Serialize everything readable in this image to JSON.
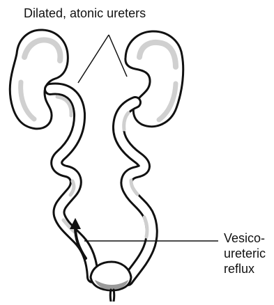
{
  "labels": {
    "ureters": "Dilated, atonic ureters",
    "reflux_lines": [
      "Vesico-",
      "ureteric",
      "reflux"
    ]
  },
  "colors": {
    "outline": "#111111",
    "fill": "#ffffff",
    "shadow": "#cfcfcf",
    "urine": "#9a9a9a"
  },
  "icons": [
    "kidney-icon",
    "ureter-icon",
    "bladder-icon",
    "arrow-icon"
  ]
}
